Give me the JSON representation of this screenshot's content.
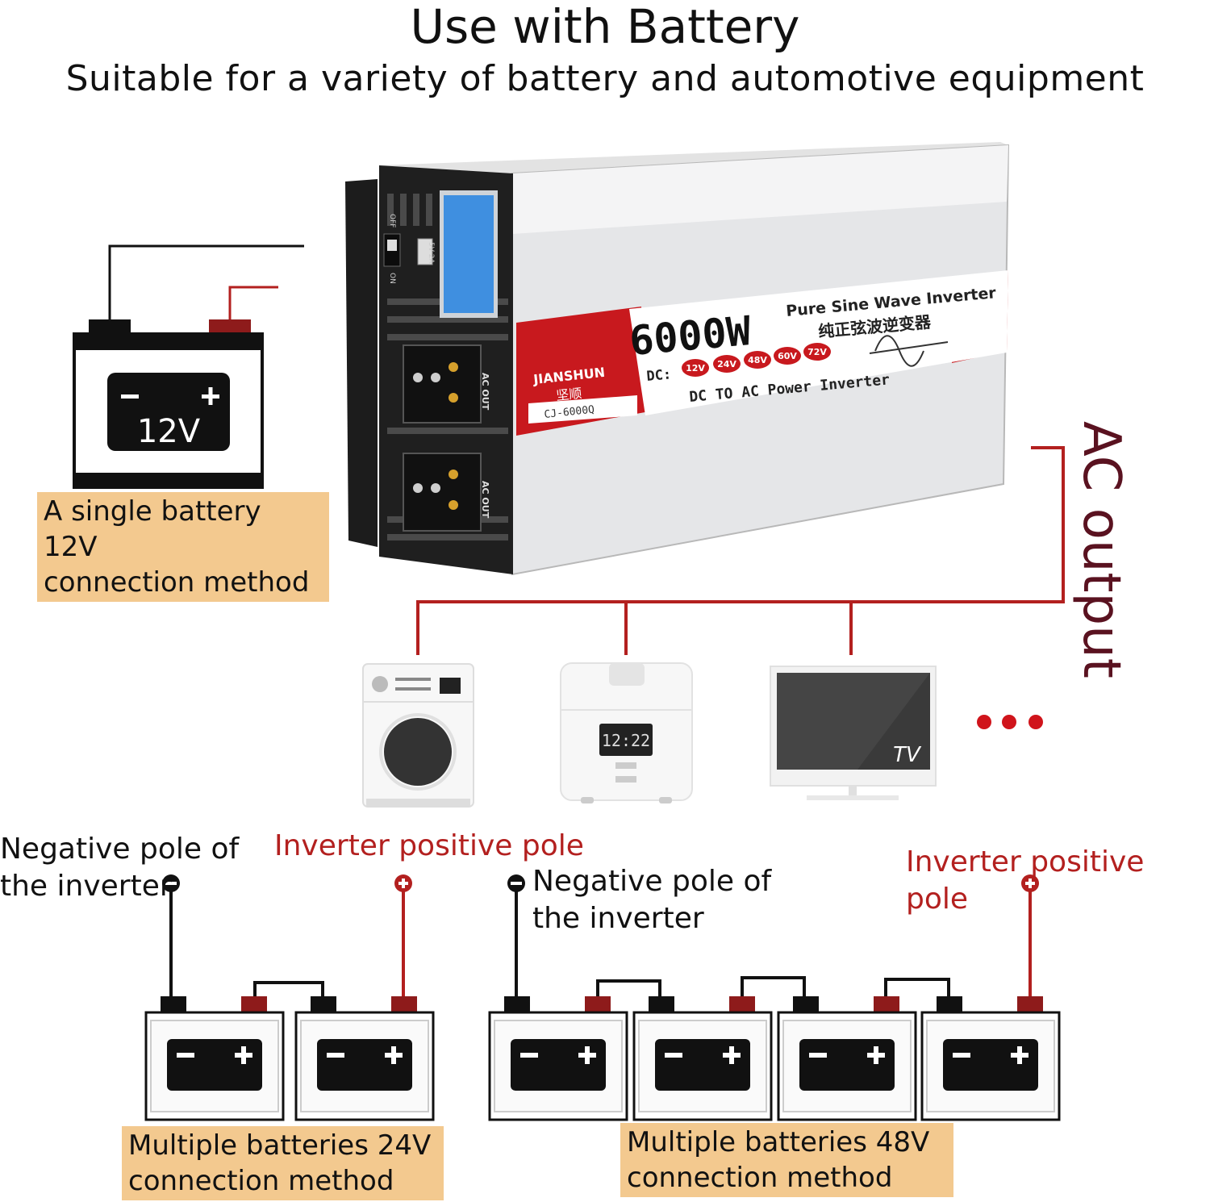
{
  "header": {
    "title": "Use with Battery",
    "subtitle": "Suitable for a variety of battery and automotive equipment"
  },
  "single_battery": {
    "voltage": "12V",
    "caption_line1": "A single battery 12V",
    "caption_line2": "connection method"
  },
  "inverter": {
    "brand": "JIANSHUN",
    "brand_cn": "坚顺",
    "model": "CJ-6000Q",
    "power": "6000W",
    "product_line": "Pure Sine Wave Inverter",
    "product_line_cn": "纯正弦波逆变器",
    "dc_label": "DC:",
    "dc_options": [
      "12V",
      "24V",
      "48V",
      "60V",
      "72V"
    ],
    "tagline": "DC TO AC Power Inverter",
    "outlet_label": "AC OUT",
    "switch_on": "ON",
    "switch_off": "OFF",
    "usb_label": "5V 2A"
  },
  "ac_output": {
    "label": "AC output"
  },
  "appliances": {
    "cooker_display": "12:22",
    "tv_label": "TV"
  },
  "bottom_left": {
    "negative_line1": "Negative pole of",
    "negative_line2": "the inverter",
    "positive": "Inverter positive pole",
    "caption_line1": "Multiple batteries 24V",
    "caption_line2": "connection method"
  },
  "bottom_right": {
    "negative_line1": "Negative pole of",
    "negative_line2": "the inverter",
    "positive": "Inverter positive pole",
    "caption_line1": "Multiple batteries 48V",
    "caption_line2": "connection method"
  },
  "colors": {
    "wire_red": "#b3201f",
    "wire_black": "#111111",
    "caption_bg": "#f3c98f",
    "inverter_red": "#c8191e",
    "lcd_blue": "#3f8fe0"
  }
}
